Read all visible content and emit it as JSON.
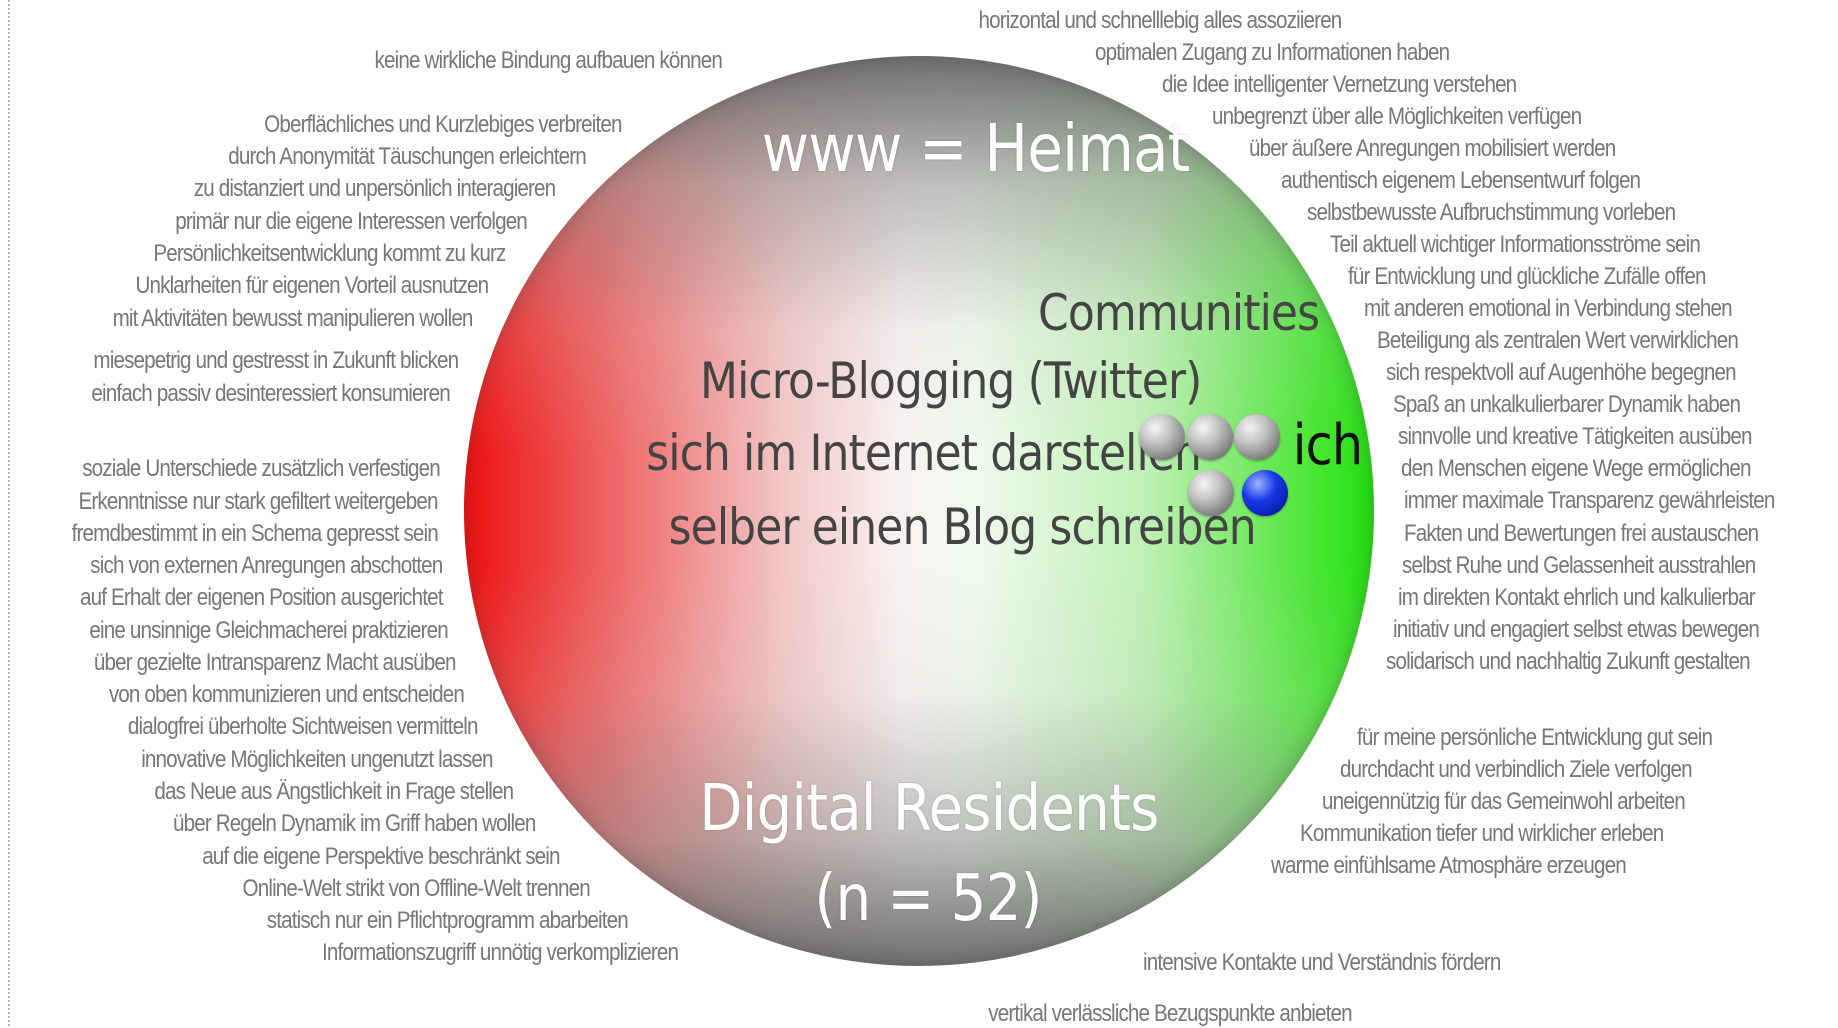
{
  "left_statements": [
    "keine wirkliche Bindung aufbauen können",
    "Oberflächliches und Kurzlebiges verbreiten",
    "durch Anonymität Täuschungen erleichtern",
    "zu distanziert und unpersönlich interagieren",
    "primär nur die eigene Interessen verfolgen",
    "Persönlichkeitsentwicklung kommt zu kurz",
    "Unklarheiten für eigenen Vorteil ausnutzen",
    "mit Aktivitäten bewusst manipulieren wollen",
    "miesepetrig und gestresst in Zukunft blicken",
    "einfach passiv desinteressiert konsumieren",
    "soziale Unterschiede zusätzlich verfestigen",
    "Erkenntnisse nur stark gefiltert weitergeben",
    "fremdbestimmt in ein Schema gepresst sein",
    "sich von externen Anregungen abschotten",
    "auf Erhalt der eigenen Position ausgerichtet",
    "eine unsinnige Gleichmacherei praktizieren",
    "über gezielte Intransparenz Macht ausüben",
    "von oben kommunizieren und entscheiden",
    "dialogfrei überholte Sichtweisen vermitteln",
    "innovative Möglichkeiten ungenutzt lassen",
    "das Neue aus Ängstlichkeit in Frage stellen",
    "über Regeln Dynamik im Griff haben wollen",
    "auf die eigene Perspektive beschränkt sein",
    "Online-Welt strikt von Offline-Welt trennen",
    "statisch nur ein Pflichtprogramm abarbeiten",
    "Informationszugriff unnötig verkomplizieren"
  ],
  "top_statement": "horizontal und schnelllebig alles assoziieren",
  "bottom_statement": "vertikal verlässliche Bezugspunkte anbieten",
  "right_statements": [
    "optimalen Zugang zu Informationen haben",
    "die Idee intelligenter Vernetzung verstehen",
    "unbegrenzt über alle Möglichkeiten verfügen",
    "über äußere Anregungen mobilisiert werden",
    "authentisch eigenem Lebensentwurf folgen",
    "selbstbewusste Aufbruchstimmung vorleben",
    "Teil aktuell wichtiger Informationsströme sein",
    "für Entwicklung und glückliche Zufälle offen",
    "mit anderen emotional in Verbindung stehen",
    "Beteiligung als zentralen Wert verwirklichen",
    "sich respektvoll auf Augenhöhe begegnen",
    "Spaß an unkalkulierbarer Dynamik haben",
    "sinnvolle und kreative Tätigkeiten ausüben",
    "den Menschen eigene Wege ermöglichen",
    "immer maximale Transparenz gewährleisten",
    "Fakten und Bewertungen frei austauschen",
    "selbst Ruhe und Gelassenheit ausstrahlen",
    "im direkten Kontakt ehrlich und kalkulierbar",
    "initiativ und engagiert selbst etwas bewegen",
    "solidarisch und nachhaltig Zukunft gestalten",
    "für meine persönliche Entwicklung gut sein",
    "durchdacht und verbindlich Ziele verfolgen",
    "uneigennützig für das Gemeinwohl arbeiten",
    "Kommunikation tiefer und wirklicher erleben",
    "warme einfühlsame Atmosphäre erzeugen",
    "intensive Kontakte und Verständnis fördern"
  ],
  "sphere": {
    "title_top": "www = Heimat",
    "title_bottom": "Digital Residents",
    "sample_size": "(n = 52)",
    "inner_labels": [
      "Communities",
      "Micro-Blogging (Twitter)",
      "sich im Internet darstellen",
      "selber einen Blog schreiben"
    ],
    "marker_label": "ich",
    "marker_color": "#1838e8",
    "left_color": "#ee1010",
    "right_color": "#22e010"
  }
}
